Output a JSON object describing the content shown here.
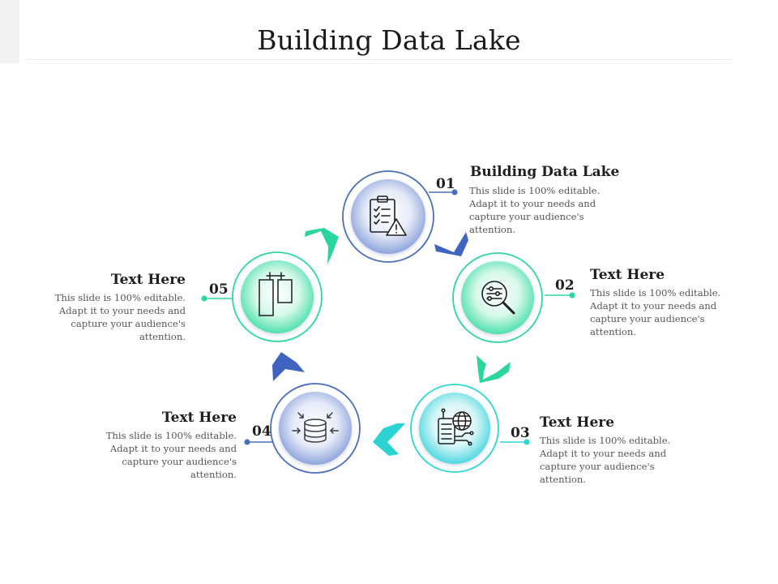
{
  "title": "Building Data Lake",
  "steps": [
    {
      "number": "01",
      "title": "Building Data Lake",
      "description": "This slide is 100% editable. Adapt it to your needs and capture your audience's attention.",
      "icon": "clipboard-warning-icon",
      "color": "#4a6fbf"
    },
    {
      "number": "02",
      "title": "Text Here",
      "description": "This slide is 100% editable. Adapt it to your needs and capture your audience's attention.",
      "icon": "data-search-icon",
      "color": "#2fd6a4"
    },
    {
      "number": "03",
      "title": "Text Here",
      "description": "This slide is 100% editable. Adapt it to your needs and capture your audience's attention.",
      "icon": "server-globe-icon",
      "color": "#2fd6d6"
    },
    {
      "number": "04",
      "title": "Text Here",
      "description": "This slide is 100% editable. Adapt it to your needs and capture your audience's attention.",
      "icon": "database-import-icon",
      "color": "#4a6fbf"
    },
    {
      "number": "05",
      "title": "Text Here",
      "description": "This slide is 100% editable. Adapt it to your needs and capture your audience's attention.",
      "icon": "distribute-objects-icon",
      "color": "#2fd6a4"
    }
  ]
}
